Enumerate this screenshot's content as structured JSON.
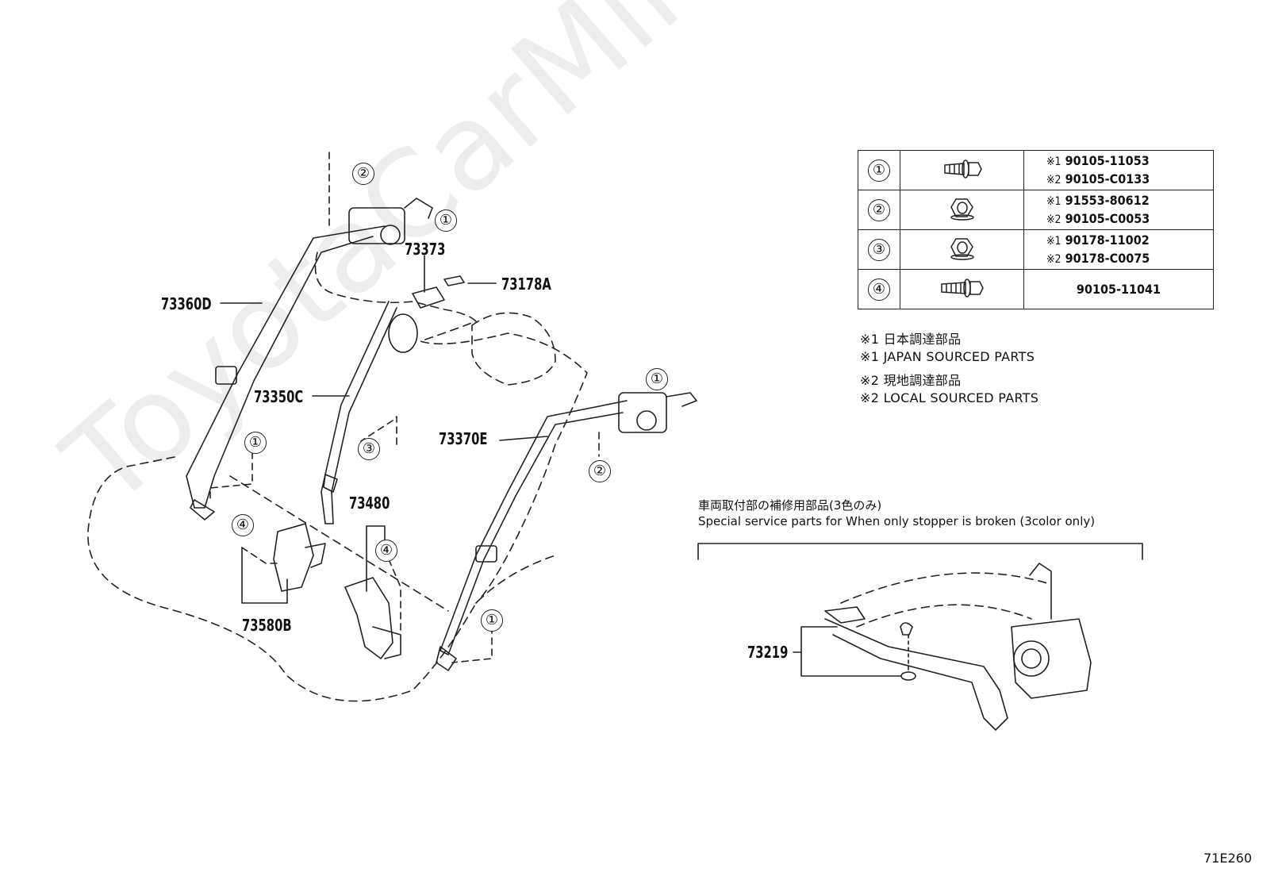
{
  "watermark": "ToyotaCarMine.ru",
  "diagram_code": "71E260",
  "part_labels": {
    "p73373": "73373",
    "p73178A": "73178A",
    "p73360D": "73360D",
    "p73350C": "73350C",
    "p73370E": "73370E",
    "p73480": "73480",
    "p73580B": "73580B",
    "p73219": "73219"
  },
  "callouts": {
    "c1": "①",
    "c2": "②",
    "c3": "③",
    "c4": "④"
  },
  "fastener_table": {
    "rows": [
      {
        "ref": "①",
        "icon": "bolt-flange-icon",
        "line1_mark": "※1",
        "line1": "90105-11053",
        "line2_mark": "※2",
        "line2": "90105-C0133"
      },
      {
        "ref": "②",
        "icon": "nut-flange-icon",
        "line1_mark": "※1",
        "line1": "91553-80612",
        "line2_mark": "※2",
        "line2": "90105-C0053"
      },
      {
        "ref": "③",
        "icon": "nut-flange-icon",
        "line1_mark": "※1",
        "line1": "90178-11002",
        "line2_mark": "※2",
        "line2": "90178-C0075"
      },
      {
        "ref": "④",
        "icon": "bolt-flange-icon",
        "single": "90105-11041"
      }
    ]
  },
  "notes": {
    "n1_jp": "※1 日本調達部品",
    "n1_en": "※1 JAPAN SOURCED PARTS",
    "n2_jp": "※2 現地調達部品",
    "n2_en": "※2 LOCAL SOURCED PARTS"
  },
  "service": {
    "title_jp": "車両取付部の補修用部品(3色のみ)",
    "title_en": "Special service parts for When only stopper is broken (3color only)"
  }
}
